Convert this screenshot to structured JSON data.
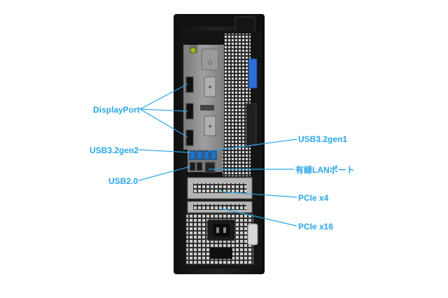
{
  "labels": {
    "displayport": "DisplayPort",
    "usb32gen2": "USB3.2gen2",
    "usb20": "USB2.0",
    "usb32gen1": "USB3.2gen1",
    "lan": "有線LANポート",
    "pcie_x4": "PCIe x4",
    "pcie_x16": "PCIe x16"
  },
  "colors": {
    "accent": "#2aa6e6",
    "chassis": "#1c1c1c",
    "panel": "#8d8d8d",
    "usb3_blue": "#1e73c8",
    "latch_blue": "#2f6fd6"
  }
}
